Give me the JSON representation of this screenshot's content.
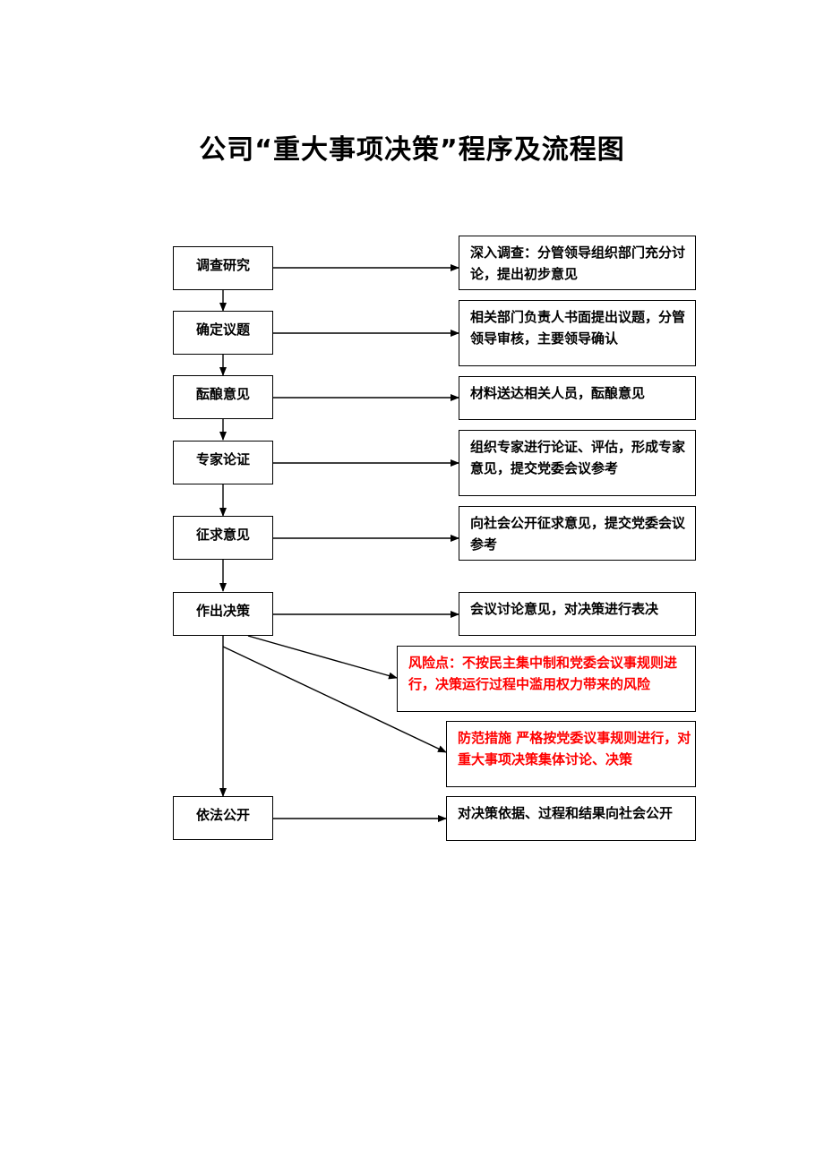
{
  "title": "公司“重大事项决策”程序及流程图",
  "steps": [
    {
      "label": "调查研究"
    },
    {
      "label": "确定议题"
    },
    {
      "label": "酝酿意见"
    },
    {
      "label": "专家论证"
    },
    {
      "label": "征求意见"
    },
    {
      "label": "作出决策"
    },
    {
      "label": "依法公开"
    }
  ],
  "descriptions": [
    {
      "text": "深入调查：分管领导组织部门充分讨论，提出初步意见"
    },
    {
      "text": "相关部门负责人书面提出议题，分管领导审核，主要领导确认"
    },
    {
      "text": "材料送达相关人员，酝酿意见"
    },
    {
      "text": "组织专家进行论证、评估，形成专家意见，提交党委会议参考"
    },
    {
      "text": "向社会公开征求意见，提交党委会议参考"
    },
    {
      "text": "会议讨论意见，对决策进行表决"
    },
    {
      "text": "对决策依据、过程和结果向社会公开"
    }
  ],
  "risk": {
    "text": "风险点：不按民主集中制和党委会议事规则进行，决策运行过程中滥用权力带来的风险",
    "color": "#ff0000"
  },
  "measure": {
    "text": "防范措施 严格按党委议事规则进行，对重大事项决策集体讨论、决策",
    "color": "#ff0000"
  }
}
